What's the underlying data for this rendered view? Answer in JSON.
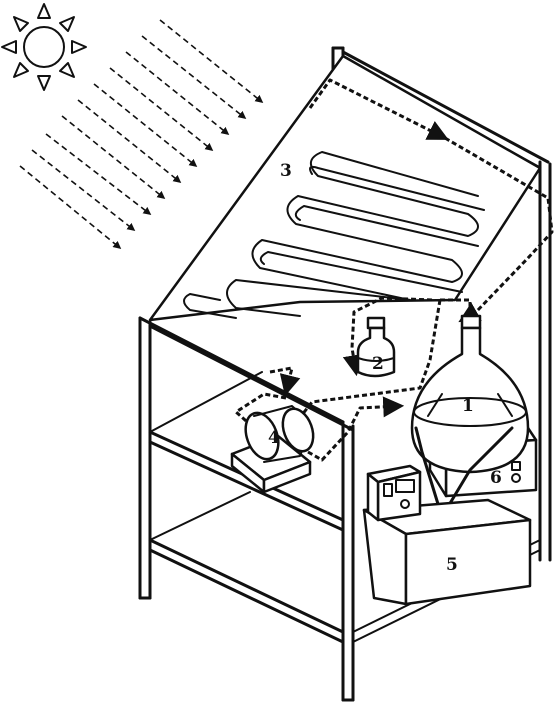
{
  "diagram": {
    "background": "#ffffff",
    "ink": "#111111",
    "labels": {
      "flask": "1",
      "bottle": "2",
      "panel": "3",
      "pump": "4",
      "stirrer_box": "5",
      "controller": "6"
    }
  }
}
